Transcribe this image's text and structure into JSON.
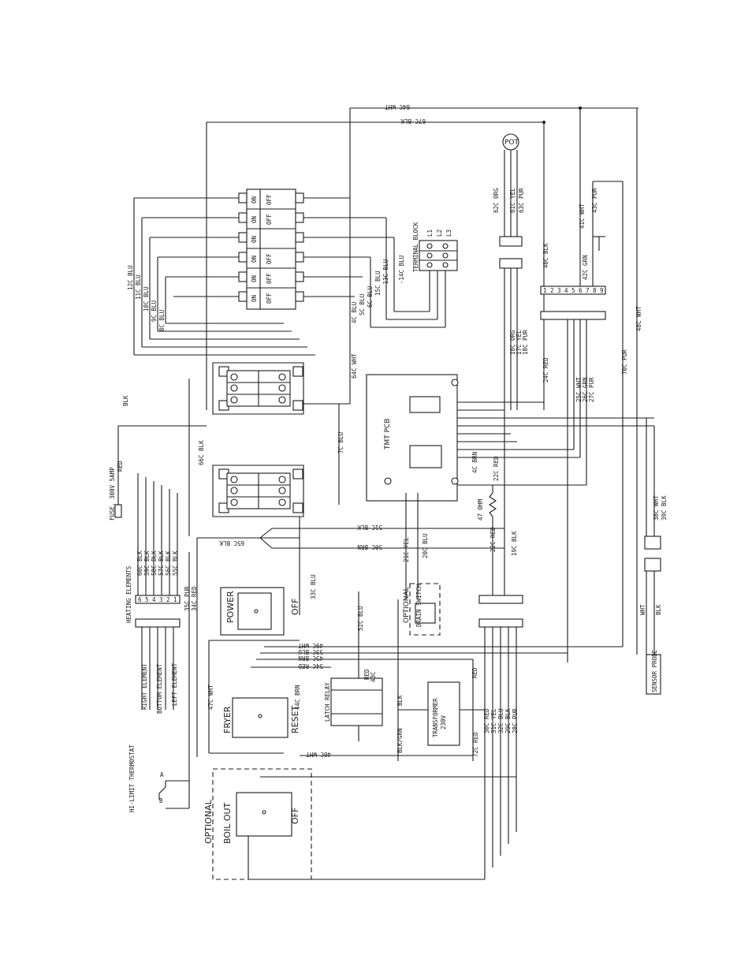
{
  "wires_top": {
    "w64c": "64C WHT",
    "w67c": "67C BLK"
  },
  "pot": {
    "label": "POT",
    "wires": [
      "62C ORG",
      "61C YEL",
      "63C PUR"
    ]
  },
  "terminal_block": {
    "label": "TERMINAL BLOCK",
    "terms": [
      "L1",
      "L2",
      "L3"
    ]
  },
  "breaker": {
    "on": "ON",
    "off": "OFF"
  },
  "left_wires": [
    "12C BLU",
    "11C BLU",
    "10C BLU",
    "9C BLU",
    "8C BLU"
  ],
  "tb_wires": [
    "-14C BLU",
    "-13C BLU",
    "15C BLU",
    "6C BLU",
    "5C BLU",
    "4C BLU"
  ],
  "mid_wires": {
    "w64c_wht": "64C WHT",
    "w7c_blu": "7C BLU",
    "w66c_blk": "66C BLK",
    "blk": "BLK",
    "w65c_blk": "65C BLK",
    "w33c_blu": "33C BLU",
    "w51c_blk": "51C BLK",
    "w50c_brn": "50C BRN",
    "w40c_blk": "40C BLK",
    "w24c_red": "24C RED"
  },
  "right_conn": {
    "w41c": "41C WHT",
    "w43c": "43C PUR",
    "w42c": "42C GRN",
    "w70c": "70C PUR",
    "w48c": "48C WHT",
    "pins": [
      "1",
      "2",
      "3",
      "4",
      "5",
      "6",
      "7",
      "8",
      "9"
    ]
  },
  "pcb": {
    "label": "TMT PCB"
  },
  "pcb_wires": {
    "w16c": "16C ORG",
    "w17c": "17C YEL",
    "w18c": "18C PUR",
    "w25c": "25C WHT",
    "w26c": "26C GRN",
    "w27c": "27C PUR",
    "w19c": "19C BLK",
    "w20c": "20C BLU",
    "w21c": "21C YEL",
    "w22c": "22C RED",
    "w22c_b": "22C RED",
    "w4c": "4C BRN"
  },
  "resistor": "47 OHM",
  "fuse": {
    "label": "FUSE, 300V 5AMP",
    "red": "RED"
  },
  "elements_wires": [
    "60C BLK",
    "59C BLK",
    "58C BLK",
    "57C BLK",
    "56C BLK",
    "55C BLK"
  ],
  "heating": {
    "label": "HEATING ELEMENTS",
    "pins": [
      "6",
      "5",
      "4",
      "3",
      "2",
      "1"
    ]
  },
  "element_labels": [
    "RIGHT ELEMENT",
    "BOTTOM ELEMENT",
    "LEFT ELEMENT"
  ],
  "switches": {
    "power": "POWER",
    "off": "OFF",
    "fryer": "FRYER",
    "reset": "RESET",
    "boil_out": "BOIL OUT",
    "optional": "OPTIONAL",
    "off2": "OFF"
  },
  "power_wires": {
    "w35c": "35C PUR",
    "w34c": "34C RED"
  },
  "relay": {
    "label": "LATCH RELAY",
    "red": "RED",
    "w43c": "43C"
  },
  "transformer": {
    "label": "TRANSFORMER",
    "volts": "230V"
  },
  "drain": {
    "label": "DRAIN SWITCH",
    "optional": "OPTIONAL"
  },
  "bottom_wires": {
    "w49c": "49C WHT",
    "w53c": "53C BLU",
    "w45c": "45C BRN",
    "w54c": "54C RED",
    "w47c": "47C WHT",
    "w44c": "44C BRN",
    "w46c": "46C WHT",
    "w72c": "72C RED",
    "blkgrn": "BLK/GRN",
    "blk": "BLK",
    "red": "RED",
    "w52c": "52C BLU"
  },
  "bottom_right_wires": [
    "30C RED",
    "31C YEL",
    "32C BLU",
    "29C BLK",
    "28C PUR"
  ],
  "sensor": {
    "label": "SENSOR PROBE",
    "wht": "WHT",
    "blk": "BLK",
    "w38c": "38C WHT",
    "w39c": "39C BLK"
  },
  "thermostat": {
    "label": "HI-LIMIT THERMOSTAT",
    "a": "A",
    "b": "B"
  }
}
